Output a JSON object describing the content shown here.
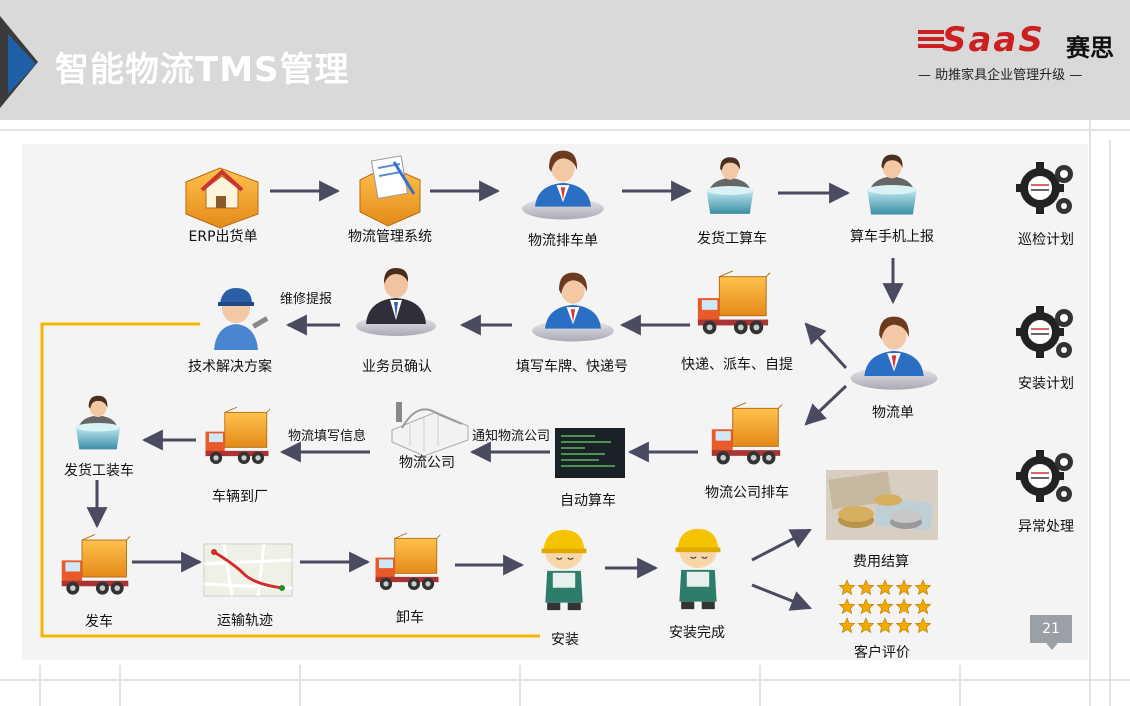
{
  "header": {
    "title": "智能物流TMS管理",
    "logo_brand": "SaaS",
    "logo_cn": "赛思",
    "logo_tagline": "— 助推家具企业管理升级 —"
  },
  "nodes": {
    "erp": "ERP出货单",
    "tms": "物流管理系统",
    "dispatch": "物流排车单",
    "calc_ship": "发货工算车",
    "mobile_report": "算车手机上报",
    "repair_tech": "技术解决方案",
    "sales_confirm": "业务员确认",
    "fill_plate": "填写车牌、快递号",
    "express": "快递、派车、自提",
    "logistics_order": "物流单",
    "load_ship": "发货工装车",
    "truck_arrive": "车辆到厂",
    "log_company": "物流公司",
    "auto_calc": "自动算车",
    "company_dispatch": "物流公司排车",
    "depart": "发车",
    "track": "运输轨迹",
    "unload": "卸车",
    "install": "安装",
    "install_done": "安装完成",
    "settlement": "费用结算",
    "review": "客户评价"
  },
  "edge_labels": {
    "repair": "维修提报",
    "fill_info": "物流填写信息",
    "notify": "通知物流公司"
  },
  "side_panel": {
    "items": [
      "巡检计划",
      "安装计划",
      "异常处理"
    ]
  },
  "page_number": "21",
  "colors": {
    "header_bg": "#d9d9d9",
    "arrow": "#4a4a60",
    "feedback_line": "#f2b705",
    "brand_red": "#cc1f1f",
    "accent_blue": "#1f5fa8"
  },
  "icons": {
    "erp": "house-box-icon",
    "tms": "box-document-icon",
    "person": "customer-service-woman-icon",
    "computer_person": "worker-at-computer-icon",
    "manager": "businessman-icon",
    "truck": "delivery-truck-icon",
    "mechanic": "mechanic-icon",
    "warehouse": "warehouse-icon",
    "screen": "monitor-screen-icon",
    "map": "route-map-icon",
    "installer": "hardhat-worker-icon",
    "money": "coins-money-icon",
    "stars": "five-star-rating-icon",
    "plan": "gear-plan-icon"
  },
  "rating": {
    "stars_per_row": 5,
    "rows": 3
  }
}
